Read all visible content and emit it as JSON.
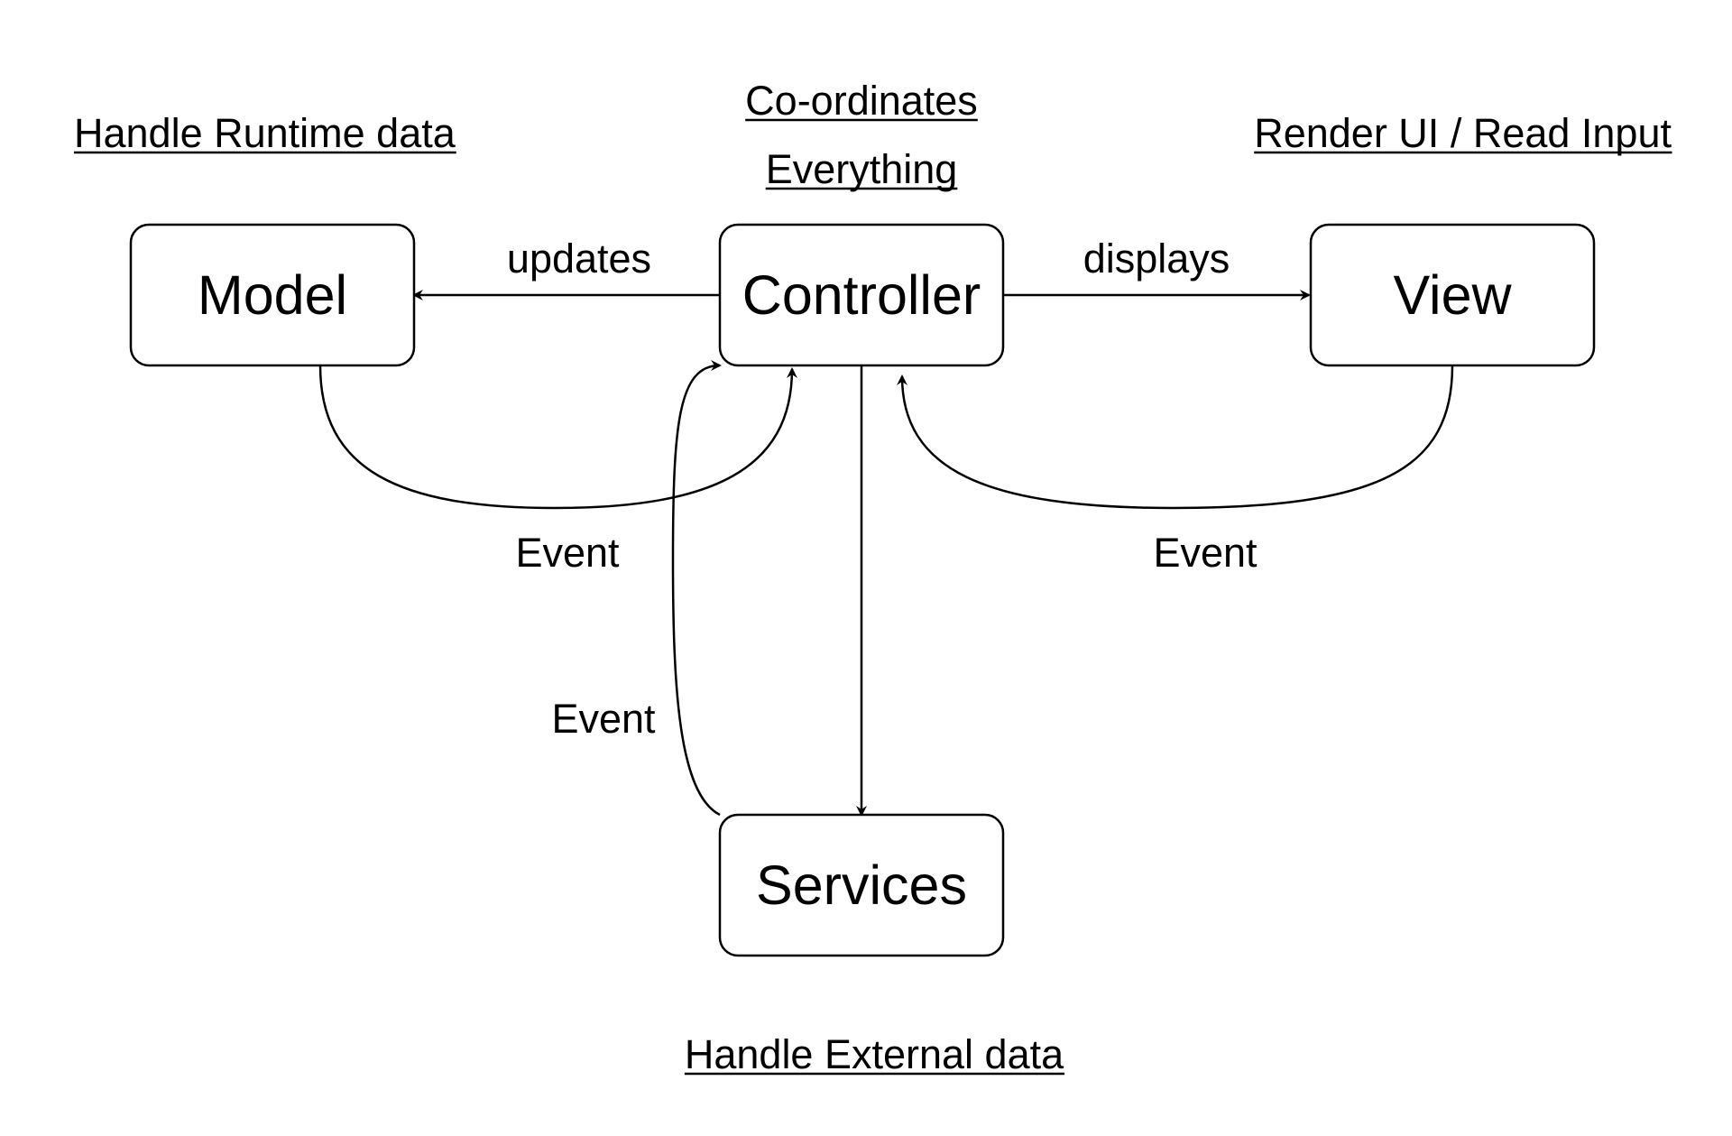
{
  "nodes": {
    "model": "Model",
    "controller": "Controller",
    "view": "View",
    "services": "Services"
  },
  "edges": {
    "updates": "updates",
    "displays": "displays",
    "model_event": "Event",
    "view_event": "Event",
    "services_event": "Event"
  },
  "annotations": {
    "model_role": "Handle Runtime data",
    "controller_role_line1": "Co-ordinates",
    "controller_role_line2": "Everything",
    "view_role": "Render UI / Read Input",
    "services_role": "Handle External data"
  },
  "colors": {
    "stroke": "#000000",
    "background": "#ffffff"
  }
}
